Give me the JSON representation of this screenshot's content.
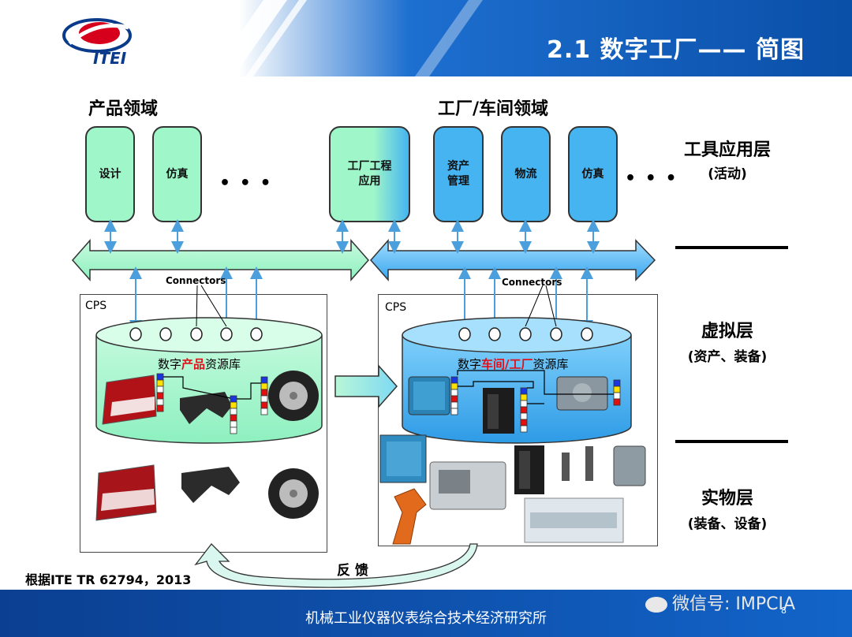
{
  "slide": {
    "title": "2.1 数字工厂—— 简图",
    "logo_text": "ITEI",
    "page_number": "8",
    "footer": "机械工业仪器仪表综合技术经济研究所",
    "watermark": "微信号: IMPCIA",
    "reference": "根据ITE TR 62794，2013",
    "feedback_label": "反 馈"
  },
  "sections": {
    "product_domain": "产品领域",
    "factory_domain": "工厂/车间领域"
  },
  "tool_boxes": {
    "design": "设计",
    "sim1": "仿真",
    "eng_line1": "工厂工程",
    "eng_line2": "应用",
    "asset_line1": "资产",
    "asset_line2": "管理",
    "logistics": "物流",
    "sim2": "仿真",
    "ellipsis": "• • •"
  },
  "layers": {
    "tool_title": "工具应用层",
    "tool_sub": "(活动)",
    "virtual_title": "虚拟层",
    "virtual_sub": "(资产、装备)",
    "physical_title": "实物层",
    "physical_sub": "(装备、设备)"
  },
  "cps": {
    "label_left": "CPS",
    "label_right": "CPS",
    "connectors_left": "Connectors",
    "connectors_right": "Connectors",
    "db_left_prefix": "数字",
    "db_left_highlight": "产品",
    "db_left_suffix": "资源库",
    "db_right_prefix": "数字",
    "db_right_highlight": "车间/工厂",
    "db_right_suffix": "资源库"
  },
  "colors": {
    "product_green": "#9ff7c9",
    "factory_blue": "#45b4f1",
    "highlight_red": "#e0101a",
    "header_blue": "#0a4fa8"
  }
}
